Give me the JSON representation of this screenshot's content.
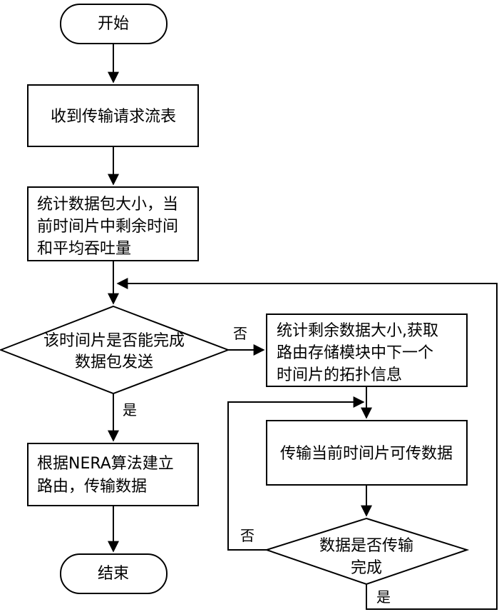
{
  "nodes": {
    "start": "开始",
    "receive": "收到传输请求流表",
    "stats": [
      "统计数据包大小，当",
      "前时间片中剩余时间",
      "和平均吞吐量"
    ],
    "decision": [
      "该时间片是否能完成",
      "数据包发送"
    ],
    "route": [
      "根据NERA算法建立",
      "路由，传输数据"
    ],
    "end": "结束",
    "remaining": [
      "统计剩余数据大小,获取",
      "路由存储模块中下一个",
      "时间片的拓扑信息"
    ],
    "transmit": "传输当前时间片可传数据",
    "done": [
      "数据是否传输",
      "完成"
    ]
  },
  "edges": {
    "no1": "否",
    "yes1": "是",
    "no2": "否",
    "yes2": "是"
  }
}
